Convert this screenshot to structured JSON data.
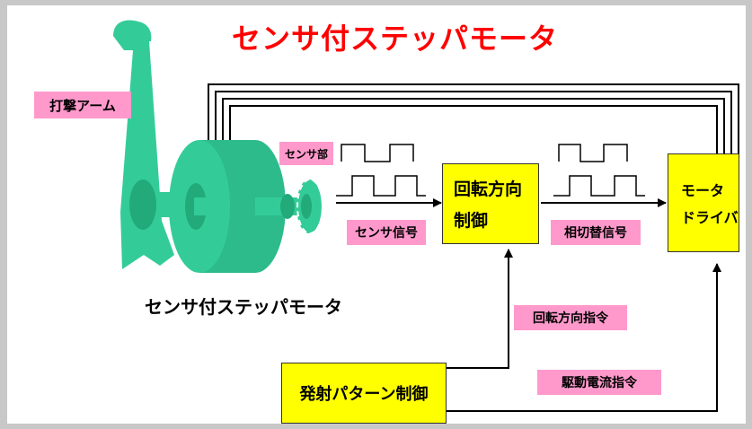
{
  "title": "センサ付ステッパモータ",
  "labels": {
    "striking_arm": "打撃アーム",
    "sensor_part": "センサ部",
    "motor_caption": "センサ付ステッパモータ",
    "sensor_signal": "センサ信号",
    "phase_switch_signal": "相切替信号",
    "rotation_command": "回転方向指令",
    "drive_current_command": "駆動電流指令"
  },
  "boxes": {
    "rotation_control": [
      "回転方向",
      "制御"
    ],
    "motor_driver": [
      "モータ",
      "ドライバ"
    ],
    "launch_pattern": "発射パターン制御"
  },
  "colors": {
    "title": "#ff0000",
    "label_bg": "#ff99cc",
    "box_bg": "#ffff00",
    "motor": "#33cc99",
    "motor_dark": "#22aa7a"
  }
}
